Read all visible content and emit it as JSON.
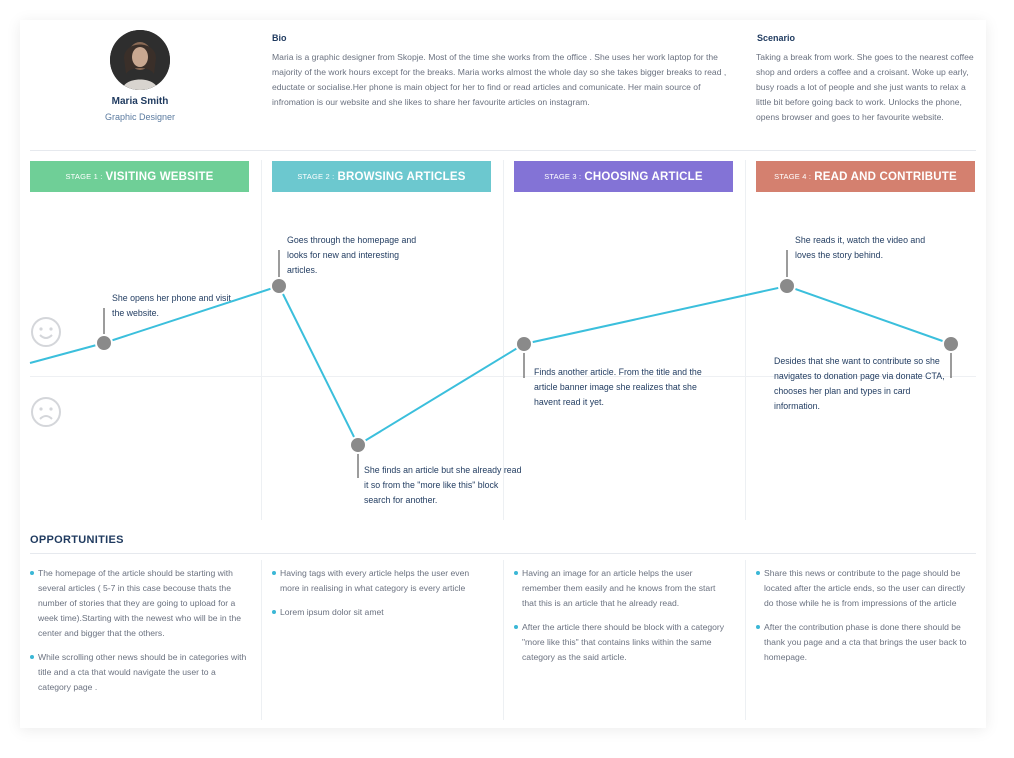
{
  "persona": {
    "name": "Maria Smith",
    "role": "Graphic Designer"
  },
  "bio": {
    "title": "Bio",
    "text": "Maria is a graphic designer from Skopje. Most of the time she works from the office . She uses her work laptop for the majority of the work hours except for the breaks. Maria works  almost the whole day so she takes bigger breaks to read , eductate or socialise.Her phone is main object for her to find or read articles and comunicate. Her main source of infromation is our website and she likes to share her favourite articles on instagram."
  },
  "scenario": {
    "title": "Scenario",
    "text": "Taking a break from work. She goes to the nearest coffee shop and orders a coffee and a croisant. Woke up early, busy roads a lot of people and she just wants to relax a little bit before going back to work. Unlocks the phone, opens browser and goes to her favourite website."
  },
  "stages": [
    {
      "prefix": "STAGE 1 :",
      "label": "VISITING WEBSITE",
      "color": "#6fcf97"
    },
    {
      "prefix": "STAGE 2 :",
      "label": "BROWSING ARTICLES",
      "color": "#6cc8cf"
    },
    {
      "prefix": "STAGE 3 :",
      "label": "CHOOSING ARTICLE",
      "color": "#8373d6"
    },
    {
      "prefix": "STAGE 4 :",
      "label": "READ AND CONTRIBUTE",
      "color": "#d4806f"
    }
  ],
  "journey": {
    "line_color": "#3bbfdc",
    "marker_color": "#8a8a8a",
    "notes": [
      "She opens her phone and visit the website.",
      "Goes through the homepage and looks for new and interesting articles.",
      "She finds an article but she already read it so from the \"more like this\" block search for another.",
      "Finds another article. From the title and the article banner image she realizes that she havent read it yet.",
      "She reads it, watch the video and loves the story behind.",
      "Desides that she want to contribute so she navigates to donation page via donate CTA, chooses her plan and types in card information."
    ]
  },
  "opportunities": {
    "title": "OPPORTUNITIES",
    "columns": [
      [
        "The homepage of the article should be starting with several articles ( 5-7 in this case becouse thats the number of stories that they are going to upload for a week time).Starting with the newest who will be in the center and bigger that the others.",
        "While scrolling other news should be in categories with title and a cta that would navigate the user to a category page ."
      ],
      [
        "Having tags with every article helps the user even more in realising in what category is every article",
        "Lorem ipsum dolor sit amet"
      ],
      [
        "Having an image for an article helps the user remember them easily and he knows from the start that this is an article that he already read.",
        "After the article there should be block with a category \"more like this\" that contains links within the same category as the said article."
      ],
      [
        "Share this news or contribute to the page should be located after the article ends, so the user can directly do those while he is from impressions of the article",
        "After the contribution phase is done there should be thank you page and a cta that brings the user back to homepage."
      ]
    ]
  }
}
